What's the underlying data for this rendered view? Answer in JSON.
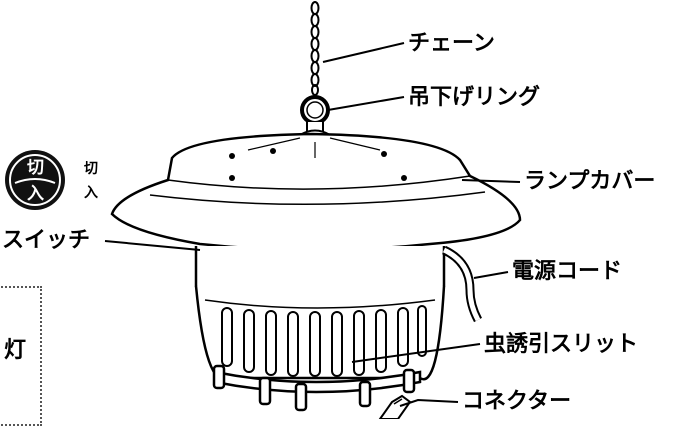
{
  "labels": {
    "chain": "チェーン",
    "hanging_ring": "吊下げリング",
    "lamp_cover": "ランプカバー",
    "power_cord": "電源コード",
    "insect_slit": "虫誘引スリット",
    "connector": "コネクター",
    "switch": "スイッチ"
  },
  "switch_button": {
    "top": "切",
    "bottom": "入"
  },
  "switch_legend": {
    "top": "切",
    "bottom": "入"
  },
  "side_box": {
    "text": "灯"
  },
  "colors": {
    "line": "#000000",
    "fill": "#ffffff",
    "button": "#111111"
  }
}
